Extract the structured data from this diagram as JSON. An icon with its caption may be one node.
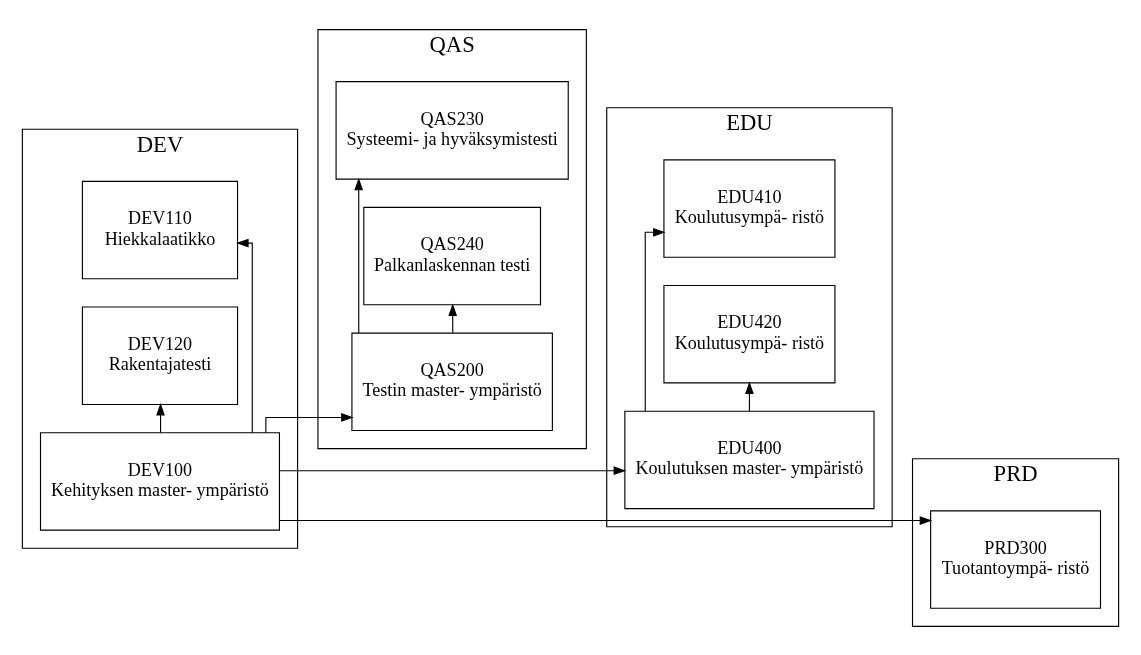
{
  "diagram": {
    "nodes": [
      {
        "text": [
          "DEV"
        ]
      },
      {
        "text": [
          "DEV100",
          "Kehityksen master- ympäristö"
        ],
        "in": 0
      },
      {
        "text": [
          "DEV110",
          "Hiekkalaatikko"
        ],
        "in": 0
      },
      {
        "text": [
          "DEV120",
          "Rakentajatesti"
        ],
        "in": 0
      },
      {
        "text": [
          "QAS"
        ]
      },
      {
        "text": [
          "QAS200",
          "Testin master- ympäristö"
        ],
        "in": 4
      },
      {
        "text": [
          "QAS230",
          "Systeemi- ja hyväksymistesti"
        ],
        "in": 4
      },
      {
        "text": [
          "QAS240",
          "Palkanlaskennan testi"
        ],
        "in": 4
      },
      {
        "text": [
          "EDU"
        ]
      },
      {
        "text": [
          "EDU400",
          "Koulutuksen master- ympäristö"
        ],
        "in": 8
      },
      {
        "text": [
          "EDU410",
          "Koulutusympä- ristö"
        ],
        "in": 8
      },
      {
        "text": [
          "EDU420",
          "Koulutusympä- ristö"
        ],
        "in": 8
      },
      {
        "text": [
          "PRD"
        ]
      },
      {
        "text": [
          "PRD300",
          "Tuotantoympä- ristö"
        ],
        "in": 12
      }
    ],
    "edges": [
      {
        "from": 1,
        "to": 13,
        "arrow": "to"
      },
      {
        "from": 1,
        "to": 9,
        "arrow": "to"
      },
      {
        "from": 1,
        "to": 5,
        "arrow": "to"
      },
      {
        "from": 1,
        "to": 2,
        "arrow": "to"
      },
      {
        "from": 1,
        "to": 3,
        "arrow": "to"
      },
      {
        "from": 5,
        "to": 6,
        "arrow": "to"
      },
      {
        "from": 5,
        "to": 7,
        "arrow": "to"
      },
      {
        "from": 9,
        "to": 10,
        "arrow": "to"
      },
      {
        "from": 9,
        "to": 11,
        "arrow": "to"
      }
    ]
  }
}
